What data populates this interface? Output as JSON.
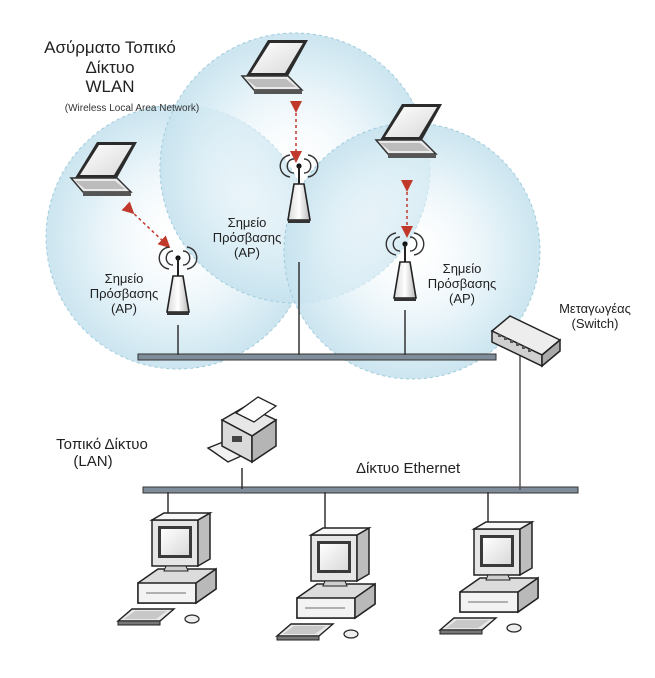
{
  "wlan": {
    "title_line1": "Ασύρματο Τοπικό",
    "title_line2": "Δίκτυο",
    "title_line3": "WLAN",
    "subtitle": "(Wireless Local Area Network)"
  },
  "access_points": [
    {
      "line1": "Σημείο",
      "line2": "Πρόσβασης",
      "line3": "(AP)"
    },
    {
      "line1": "Σημείο",
      "line2": "Πρόσβασης",
      "line3": "(AP)"
    },
    {
      "line1": "Σημείο",
      "line2": "Πρόσβασης",
      "line3": "(AP)"
    }
  ],
  "switch": {
    "line1": "Μεταγωγέας",
    "line2": "(Switch)"
  },
  "lan": {
    "line1": "Τοπικό Δίκτυο",
    "line2": "(LAN)"
  },
  "ethernet": {
    "label": "Δίκτυο Ethernet"
  },
  "colors": {
    "coverage_fill": "#d4eaf3",
    "coverage_border": "#8fbfd0",
    "cable": "#7f8c99",
    "link_arrow": "#c0392b"
  }
}
